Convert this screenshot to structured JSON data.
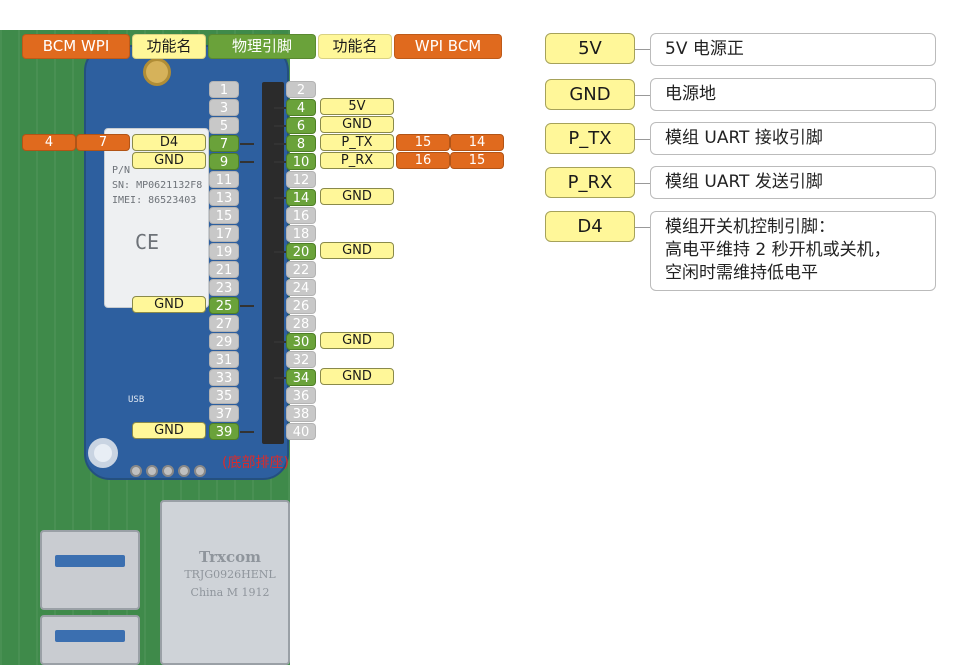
{
  "header": {
    "bcm_wpi_left": "BCM  WPI",
    "func_left": "功能名",
    "physical": "物理引脚",
    "func_right": "功能名",
    "wpi_bcm_right": "WPI  BCM"
  },
  "pins_left": [
    "1",
    "3",
    "5",
    "7",
    "9",
    "11",
    "13",
    "15",
    "17",
    "19",
    "21",
    "23",
    "25",
    "27",
    "29",
    "31",
    "33",
    "35",
    "37",
    "39"
  ],
  "pins_right": [
    "2",
    "4",
    "6",
    "8",
    "10",
    "12",
    "14",
    "16",
    "18",
    "20",
    "22",
    "24",
    "26",
    "28",
    "30",
    "32",
    "34",
    "36",
    "38",
    "40"
  ],
  "labels": {
    "r4": "5V",
    "r6": "GND",
    "r8": "P_TX",
    "r10": "P_RX",
    "r14": "GND",
    "r20": "GND",
    "r30": "GND",
    "r34": "GND",
    "l7": "D4",
    "l9": "GND",
    "l25": "GND",
    "l39": "GND"
  },
  "numbers": {
    "l7_bcm": "4",
    "l7_wpi": "7",
    "r8_wpi": "15",
    "r8_bcm": "14",
    "r10_wpi": "16",
    "r10_bcm": "15"
  },
  "bottom_header": "(底部排座)",
  "board_text": {
    "pn": "P/N",
    "sn": "SN: MP0621132F8",
    "imei": "IMEI: 86523403",
    "ce": "CE",
    "usb": "USB",
    "eth_brand": "Trxcom",
    "eth_model": "TRJG0926HENL",
    "eth_origin": "China M 1912"
  },
  "legend": [
    {
      "key": "5V",
      "desc": "5V 电源正"
    },
    {
      "key": "GND",
      "desc": "电源地"
    },
    {
      "key": "P_TX",
      "desc": "模组 UART 接收引脚"
    },
    {
      "key": "P_RX",
      "desc": "模组 UART 发送引脚"
    },
    {
      "key": "D4",
      "desc": "模组开关机控制引脚：\n高电平维持 2 秒开机或关机，\n空闲时需维持低电平"
    }
  ],
  "colors": {
    "orange": "#e06a1e",
    "yellow": "#fff799",
    "green": "#6aa23a",
    "gray": "#c8c8c8",
    "red_text": "#d92b2b"
  }
}
